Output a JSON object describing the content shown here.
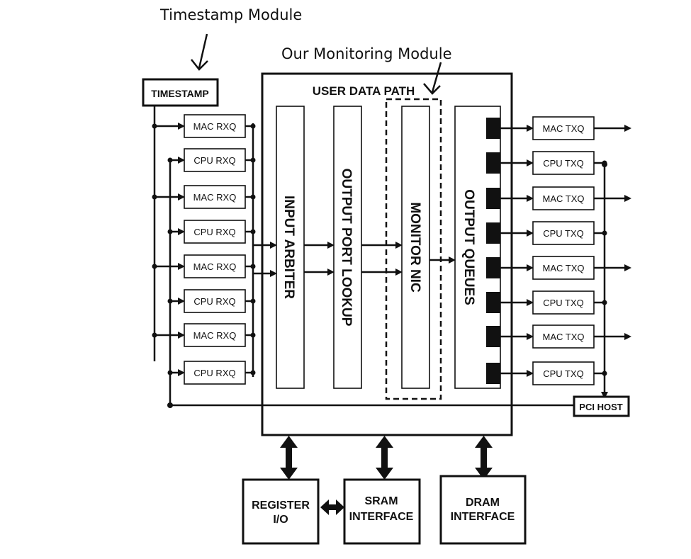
{
  "annotations": {
    "timestamp_module": "Timestamp Module",
    "monitoring_module": "Our Monitoring Module"
  },
  "timestamp_box": "TIMESTAMP",
  "user_data_path": {
    "title": "USER DATA PATH",
    "input_arbiter": "INPUT ARBITER",
    "output_port_lookup": "OUTPUT PORT LOOKUP",
    "monitor_nic": "MONITOR NIC",
    "output_queues": "OUTPUT QUEUES"
  },
  "rx_queues": [
    "MAC RXQ",
    "CPU RXQ",
    "MAC RXQ",
    "CPU RXQ",
    "MAC RXQ",
    "CPU RXQ",
    "MAC RXQ",
    "CPU RXQ"
  ],
  "tx_queues": [
    "MAC TXQ",
    "CPU TXQ",
    "MAC TXQ",
    "CPU TXQ",
    "MAC TXQ",
    "CPU TXQ",
    "MAC TXQ",
    "CPU TXQ"
  ],
  "pci_host": "PCI HOST",
  "bottom": {
    "register_io": [
      "REGISTER",
      "I/O"
    ],
    "sram": [
      "SRAM",
      "INTERFACE"
    ],
    "dram": [
      "DRAM",
      "INTERFACE"
    ]
  }
}
